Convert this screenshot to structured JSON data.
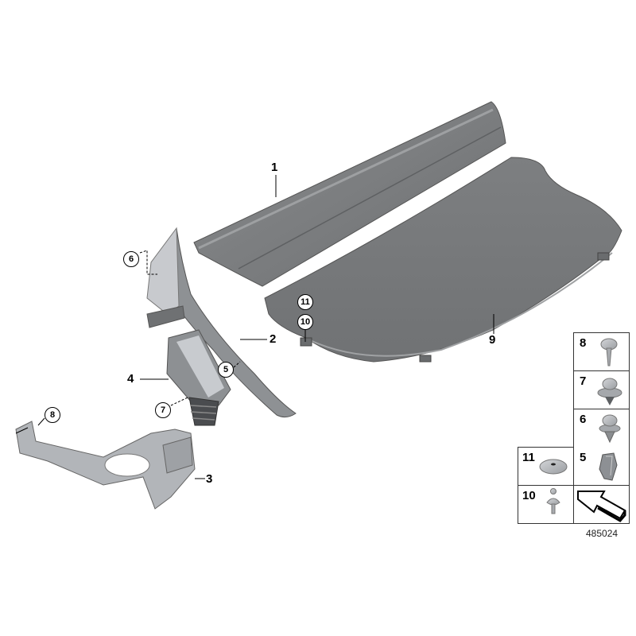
{
  "diagram": {
    "id_label": "485024",
    "colors": {
      "panel_gray": "#7a7c7e",
      "panel_dark": "#5c5e60",
      "part_light": "#b9bcc0",
      "line": "#000000"
    }
  },
  "callouts": [
    {
      "num": "1",
      "part": "rear-window-shelf-trim"
    },
    {
      "num": "2",
      "part": "c-pillar-trim"
    },
    {
      "num": "3",
      "part": "mounting-bracket"
    },
    {
      "num": "4",
      "part": "duct-housing"
    },
    {
      "num": "9",
      "part": "parcel-shelf"
    }
  ],
  "circled_callouts": [
    {
      "num": "5"
    },
    {
      "num": "6"
    },
    {
      "num": "7"
    },
    {
      "num": "8"
    },
    {
      "num": "10"
    },
    {
      "num": "11"
    }
  ],
  "fastener_table": {
    "cells": [
      {
        "num": "8",
        "icon": "screw-icon"
      },
      {
        "num": "7",
        "icon": "push-clip-large-icon"
      },
      {
        "num": "6",
        "icon": "push-clip-small-icon"
      },
      {
        "num": "11",
        "icon": "grommet-icon"
      },
      {
        "num": "5",
        "icon": "spring-clip-icon"
      },
      {
        "num": "10",
        "icon": "ball-stud-icon"
      },
      {
        "num": "",
        "icon": "direction-arrow-icon"
      }
    ]
  }
}
